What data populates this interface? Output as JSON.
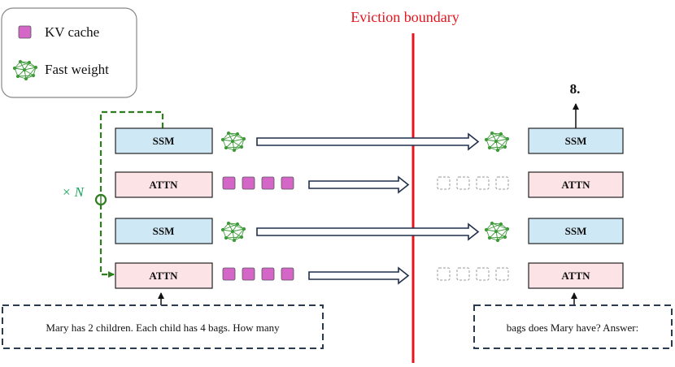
{
  "legend": {
    "kv_cache": "KV cache",
    "fast_weight": "Fast weight"
  },
  "boundary_label": "Eviction boundary",
  "repeat_label": "× N",
  "output_token": "8.",
  "blocks": {
    "ssm": "SSM",
    "attn": "ATTN"
  },
  "inputs": {
    "left": "Mary has 2 children. Each child has 4 bags. How many",
    "right": "bags does Mary have?  Answer:"
  },
  "colors": {
    "ssm_fill": "#cfe8f5",
    "attn_fill": "#fbe3e6",
    "kv_fill": "#d466c8",
    "boundary": "#e8141c",
    "loop": "#2e7d1e",
    "repeat_text": "#17a65a",
    "net": "#3f9a3a"
  }
}
